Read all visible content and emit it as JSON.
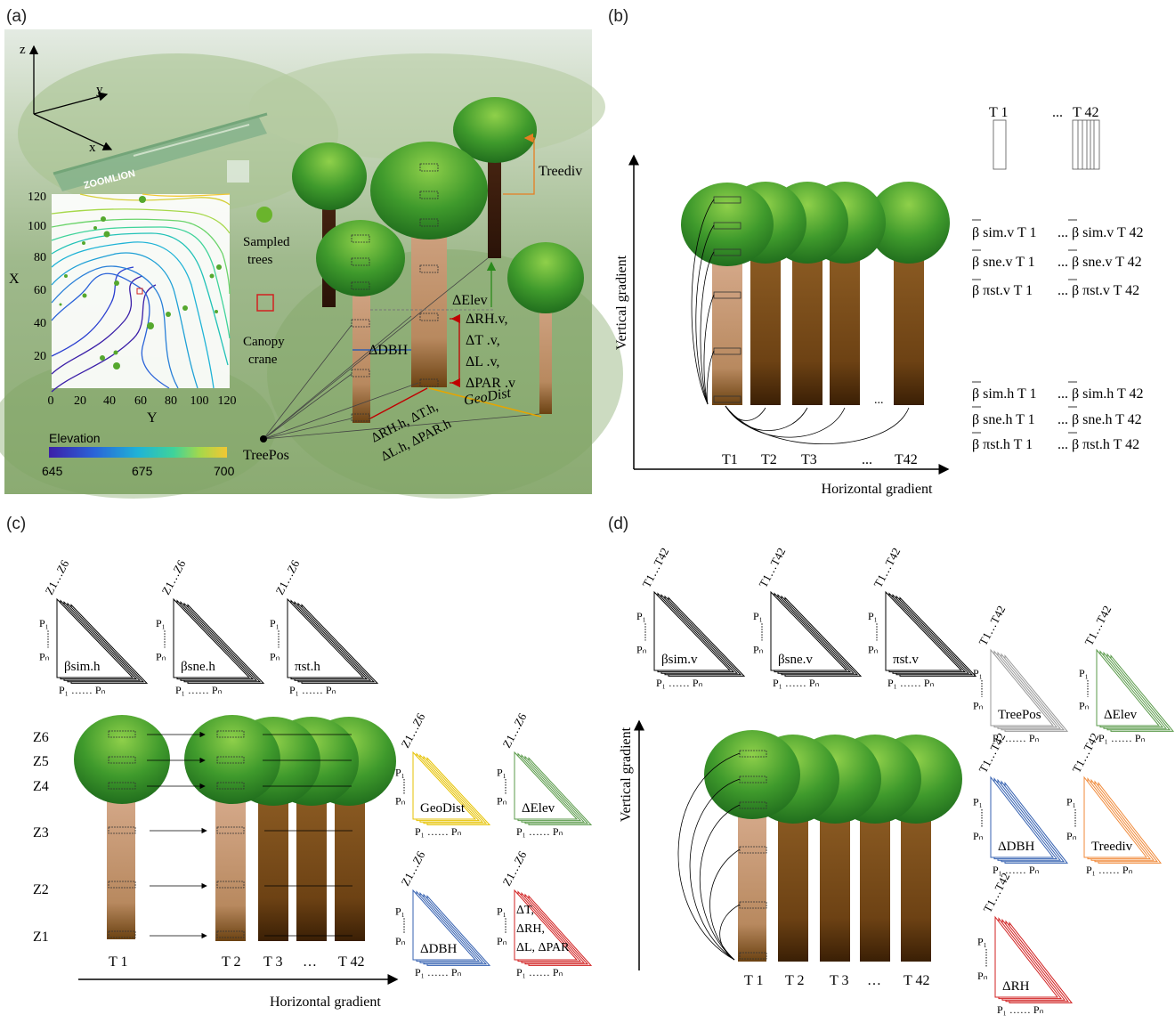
{
  "panel_labels": [
    "(a)",
    "(b)",
    "(c)",
    "(d)"
  ],
  "a": {
    "axes": {
      "z": "z",
      "y": "y",
      "x": "x"
    },
    "map": {
      "x_axis_label": "X",
      "y_axis_label": "Y",
      "x_ticks": [
        "120",
        "100",
        "80",
        "60",
        "40",
        "20"
      ],
      "y_ticks": [
        "0",
        "20",
        "40",
        "60",
        "80",
        "100",
        "120"
      ]
    },
    "elevation": {
      "title": "Elevation",
      "min": "645",
      "mid": "675",
      "max": "700",
      "colors": [
        "#3b1fa8",
        "#2a63d8",
        "#1fb3d6",
        "#3fd39a",
        "#a6d84a",
        "#f2c733"
      ]
    },
    "legend_sampled": [
      "Sampled",
      "trees"
    ],
    "legend_crane": [
      "Canopy",
      "crane"
    ],
    "crane_text": "ZOOMLION",
    "labels": {
      "treediv": "Treediv",
      "delev": "ΔElev",
      "ddbh": "ΔDBH",
      "geodist": "GeoDist",
      "treepos": "TreePos",
      "vertical": [
        "ΔRH.v,",
        "ΔT .v,",
        "ΔL .v,",
        "ΔPAR .v"
      ],
      "horizontal": [
        "ΔRH.h, ΔT.h,",
        "ΔL.h, ΔPAR.h"
      ]
    }
  },
  "b": {
    "t1": "T 1",
    "ellipsis": "...",
    "t42": "T 42",
    "vertical_axis": "Vertical gradient",
    "horizontal_axis": "Horizontal gradient",
    "x_labels": [
      "T1",
      "T2",
      "T3",
      "...",
      "T42"
    ],
    "trunk_dots": "...",
    "beta_v": [
      [
        "β sim.v T 1",
        "... β sim.v T 42"
      ],
      [
        "β sne.v T 1",
        "... β sne.v T 42"
      ],
      [
        "β πst.v T 1",
        "... β πst.v T 42"
      ]
    ],
    "beta_h": [
      [
        "β sim.h T 1",
        "... β sim.h T 42"
      ],
      [
        "β sne.h T 1",
        "... β sne.h T 42"
      ],
      [
        "β πst.h T 1",
        "... β πst.h T 42"
      ]
    ]
  },
  "c": {
    "z_labels": [
      "Z6",
      "Z5",
      "Z4",
      "Z3",
      "Z2",
      "Z1"
    ],
    "tree_labels": [
      "T 1",
      "T 2",
      "T 3",
      "…",
      "T 42"
    ],
    "horizontal_axis": "Horizontal gradient",
    "diag_axis": "Z1…Z6",
    "p1": "P₁",
    "pn": "Pₙ",
    "pbottom": "P₁ …… Pₙ",
    "matrices_top": [
      "βsim.h",
      "βsne.h",
      "πst.h"
    ],
    "matrices_side": [
      "GeoDist",
      "ΔElev",
      "ΔDBH"
    ],
    "matrix_multi": [
      "ΔT,",
      "ΔRH,",
      "ΔL, ΔPAR"
    ]
  },
  "d": {
    "vertical_axis": "Vertical gradient",
    "tree_labels": [
      "T 1",
      "T 2",
      "T 3",
      "…",
      "T 42"
    ],
    "diag_axis": "T1…T42",
    "p1": "P₁",
    "pn": "Pₙ",
    "pbottom": "P₁ …… Pₙ",
    "matrices_top": [
      "βsim.v",
      "βsne.v",
      "πst.v"
    ],
    "matrices_side": [
      "TreePos",
      "ΔElev",
      "ΔDBH",
      "Treediv",
      "ΔRH"
    ]
  }
}
